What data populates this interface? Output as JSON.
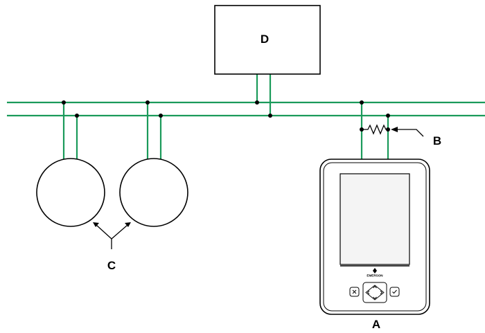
{
  "labels": {
    "a": "A",
    "b": "B",
    "c": "C",
    "d": "D"
  },
  "device": {
    "brand": "EMERSON",
    "icons": [
      "close-icon",
      "arrow-up-icon",
      "arrow-down-icon",
      "arrow-left-icon",
      "arrow-right-icon",
      "check-icon"
    ]
  },
  "colors": {
    "wire": "#1a9a5a",
    "line": "#000000",
    "screen": "#f4f4f4"
  }
}
